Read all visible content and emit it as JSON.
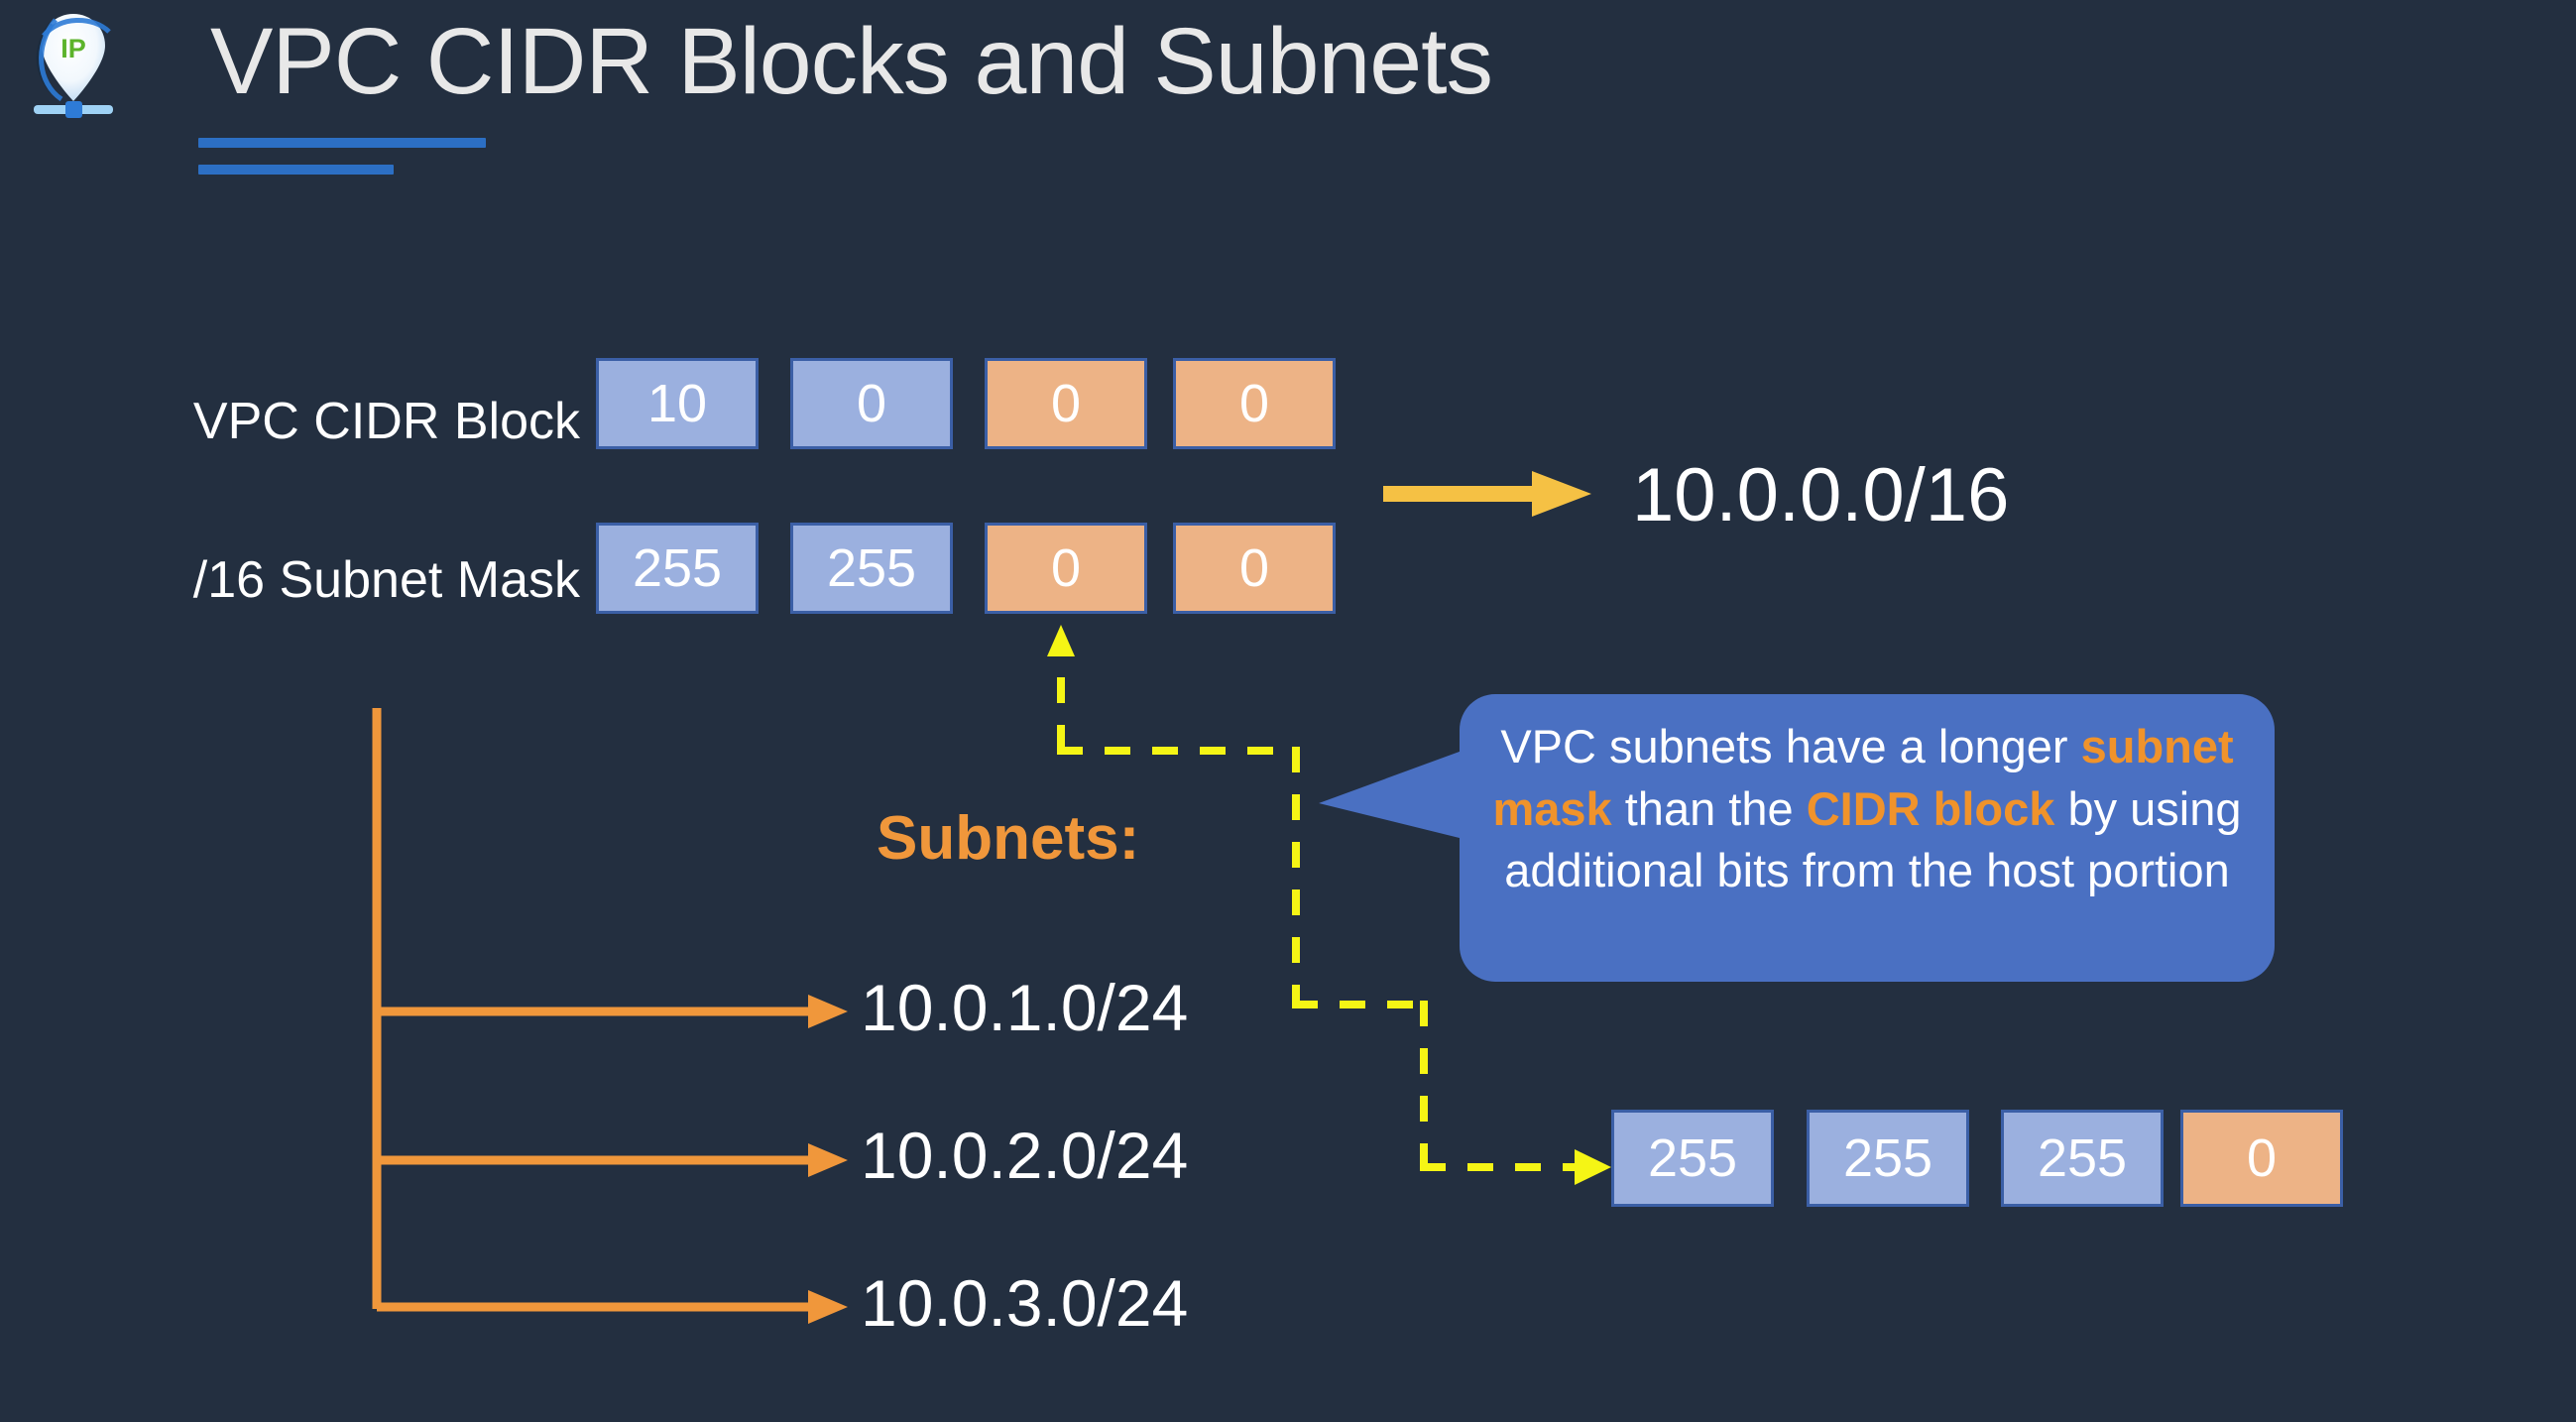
{
  "slide": {
    "background_color": "#232F40",
    "title": "VPC CIDR Blocks and Subnets",
    "logo_text": "IP",
    "logo_name": "ip-location-pin-logo",
    "accent_rule_color": "#2C6FC4"
  },
  "cidr_row": {
    "label": "VPC CIDR Block",
    "octets": [
      {
        "value": "10",
        "kind": "network"
      },
      {
        "value": "0",
        "kind": "network"
      },
      {
        "value": "0",
        "kind": "host"
      },
      {
        "value": "0",
        "kind": "host"
      }
    ]
  },
  "mask_row": {
    "label": "/16 Subnet Mask",
    "octets": [
      {
        "value": "255",
        "kind": "network"
      },
      {
        "value": "255",
        "kind": "network"
      },
      {
        "value": "0",
        "kind": "host"
      },
      {
        "value": "0",
        "kind": "host"
      }
    ]
  },
  "result": {
    "arrow_name": "result-arrow",
    "text": "10.0.0.0/16",
    "arrow_color": "#F5C144"
  },
  "subnets": {
    "heading": "Subnets:",
    "heading_color": "#F0973B",
    "items": [
      {
        "cidr": "10.0.1.0/24"
      },
      {
        "cidr": "10.0.2.0/24"
      },
      {
        "cidr": "10.0.3.0/24"
      }
    ],
    "bracket_color": "#F0973B"
  },
  "callout": {
    "background_color": "#4A70C2",
    "highlight_color": "#F0932B",
    "segments": [
      {
        "text": "VPC subnets have a longer ",
        "highlight": false
      },
      {
        "text": "subnet mask",
        "highlight": true
      },
      {
        "text": " than the ",
        "highlight": false
      },
      {
        "text": "CIDR block",
        "highlight": true
      },
      {
        "text": " by using additional bits from the host portion",
        "highlight": false
      }
    ]
  },
  "subnet_mask_row": {
    "octets": [
      {
        "value": "255",
        "kind": "network"
      },
      {
        "value": "255",
        "kind": "network"
      },
      {
        "value": "255",
        "kind": "network"
      },
      {
        "value": "0",
        "kind": "host"
      }
    ]
  },
  "connector": {
    "name": "subnet-mask-dashed-connector",
    "color": "#F5F515"
  },
  "colors": {
    "box_blue": "#9BB0DF",
    "box_orange": "#EDB386",
    "box_border": "#3B5FA6",
    "text_white": "#FFFFFF",
    "orange_accent": "#F0973B",
    "yellow_dash": "#F5F515"
  }
}
